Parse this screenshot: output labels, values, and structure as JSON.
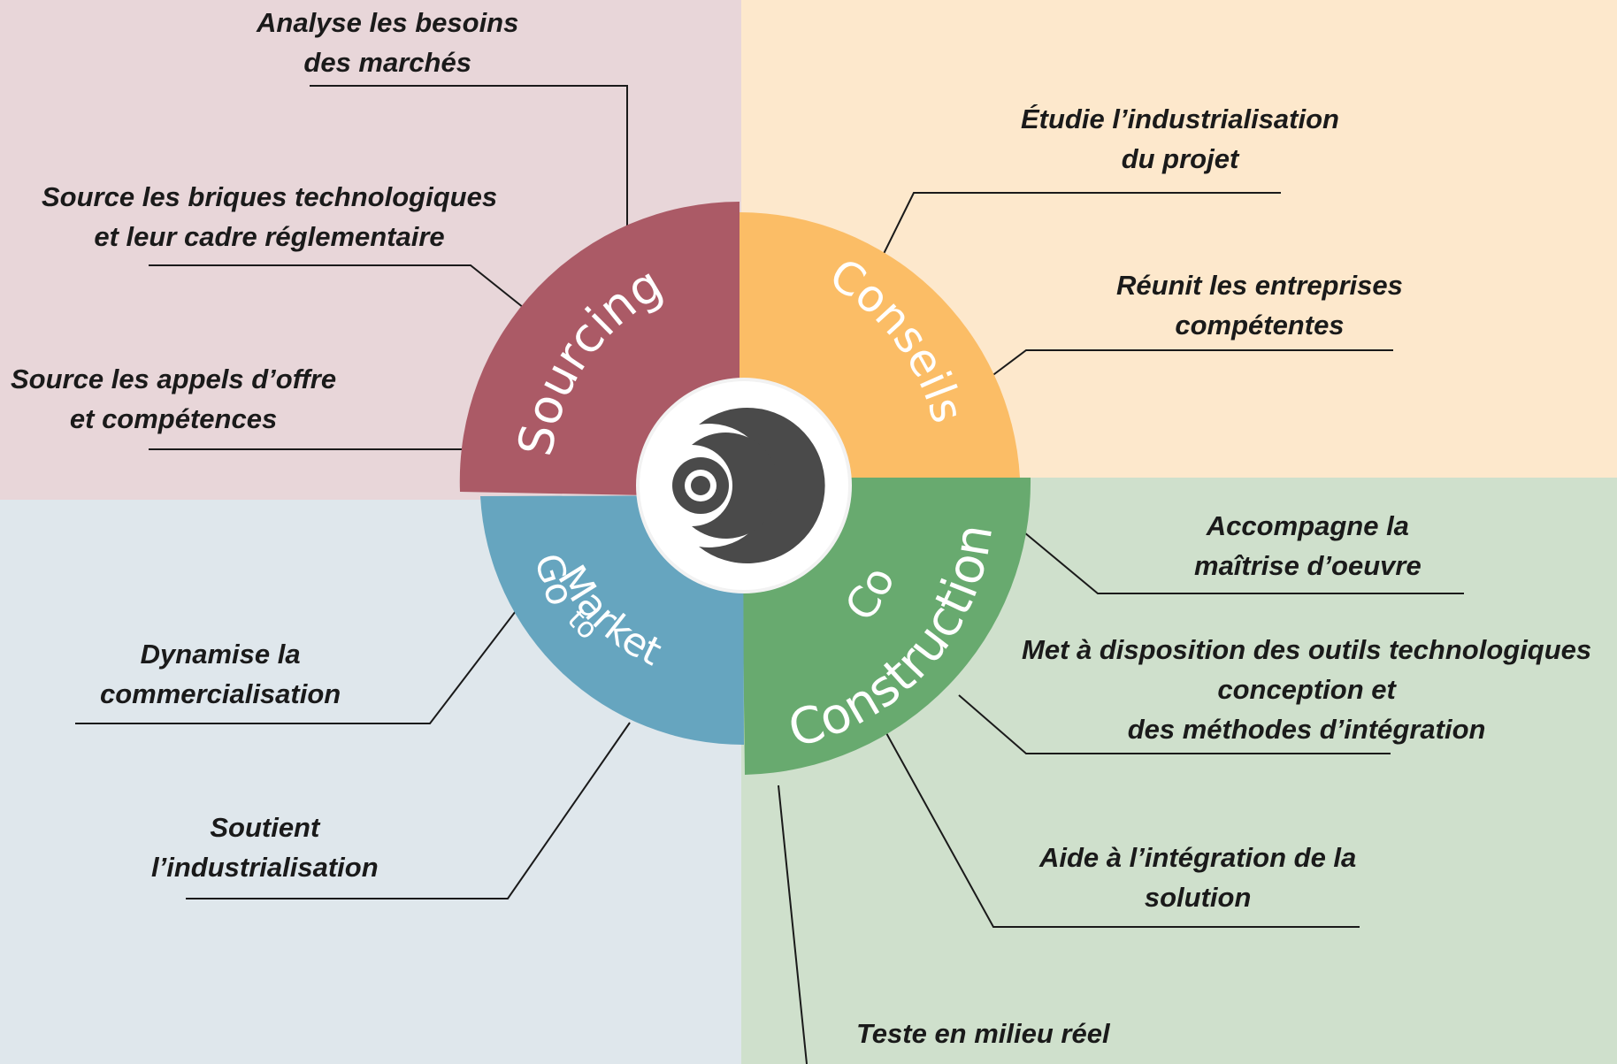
{
  "segments": {
    "sourcing": {
      "label": "Sourcing",
      "color": "#ab5a66"
    },
    "conseils": {
      "label": "Conseils",
      "color": "#fbbd66"
    },
    "co_construction": {
      "label_line1": "Co",
      "label_line2": "Construction",
      "color": "#68aa6f"
    },
    "go_to_market": {
      "label_go": "Go",
      "label_to": "to",
      "label_market": "Market",
      "color": "#66a5bf"
    }
  },
  "quadrant_colors": {
    "top_left": "#e8d6d9",
    "top_right": "#fde8cc",
    "bottom_left": "#dfe7ec",
    "bottom_right": "#cfe0cc"
  },
  "center_icon": "concentric-logo-icon",
  "annotations": {
    "analyse": [
      "Analyse les besoins",
      "des marchés"
    ],
    "briques": [
      "Source les briques technologiques",
      "et leur cadre réglementaire"
    ],
    "appels": [
      "Source les appels d’offre",
      "et compétences"
    ],
    "etudie": [
      "Étudie l’industrialisation",
      "du projet"
    ],
    "reunit": [
      "Réunit les entreprises",
      "compétentes"
    ],
    "accompagne": [
      "Accompagne la",
      "maîtrise d’oeuvre"
    ],
    "outils": [
      "Met à disposition des outils technologiques",
      "conception et",
      "des méthodes d’intégration"
    ],
    "aide": [
      "Aide à l’intégration de la",
      "solution"
    ],
    "teste": [
      "Teste en milieu réel"
    ],
    "dynamise": [
      "Dynamise la",
      "commercialisation"
    ],
    "soutient": [
      "Soutient",
      "l’industrialisation"
    ]
  }
}
